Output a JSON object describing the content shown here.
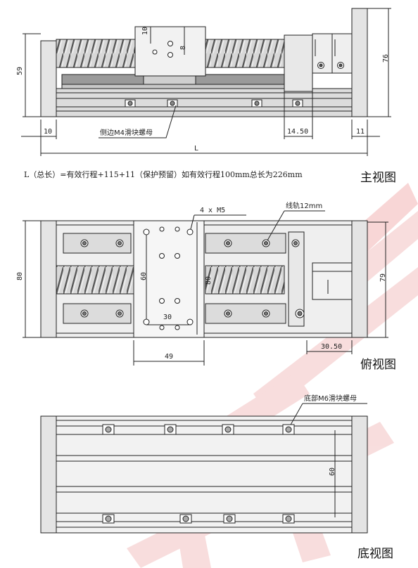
{
  "colors": {
    "line": "#222222",
    "gray": "#dcdcdc",
    "darkgray": "#9a9a9a",
    "watermark": "#f3c2c2"
  },
  "front": {
    "title": "主视图",
    "dim_block_10": "10",
    "dim_block_8": "8",
    "dim_59": "59",
    "dim_76": "76",
    "dim_10": "10",
    "dim_14_50": "14.50",
    "dim_11": "11",
    "dim_L": "L",
    "callout_side": "侧边M4滑块螺母",
    "length_note": "L（总长）=有效行程+115+11（保护预留）如有效行程100mm总长为226mm"
  },
  "top": {
    "title": "俯视图",
    "callout_holes": "4 x  M5",
    "callout_rail": "线轨12mm",
    "dim_60": "60",
    "dim_30": "30",
    "dim_80_inner": "80",
    "dim_80_outer": "80",
    "dim_79": "79",
    "dim_49": "49",
    "dim_30_50": "30.50"
  },
  "bottom": {
    "title": "底视图",
    "callout_bottom": "底部M6滑块螺母",
    "dim_60": "60"
  },
  "watermark": {
    "icon": "watermark-logo",
    "text": "福"
  }
}
